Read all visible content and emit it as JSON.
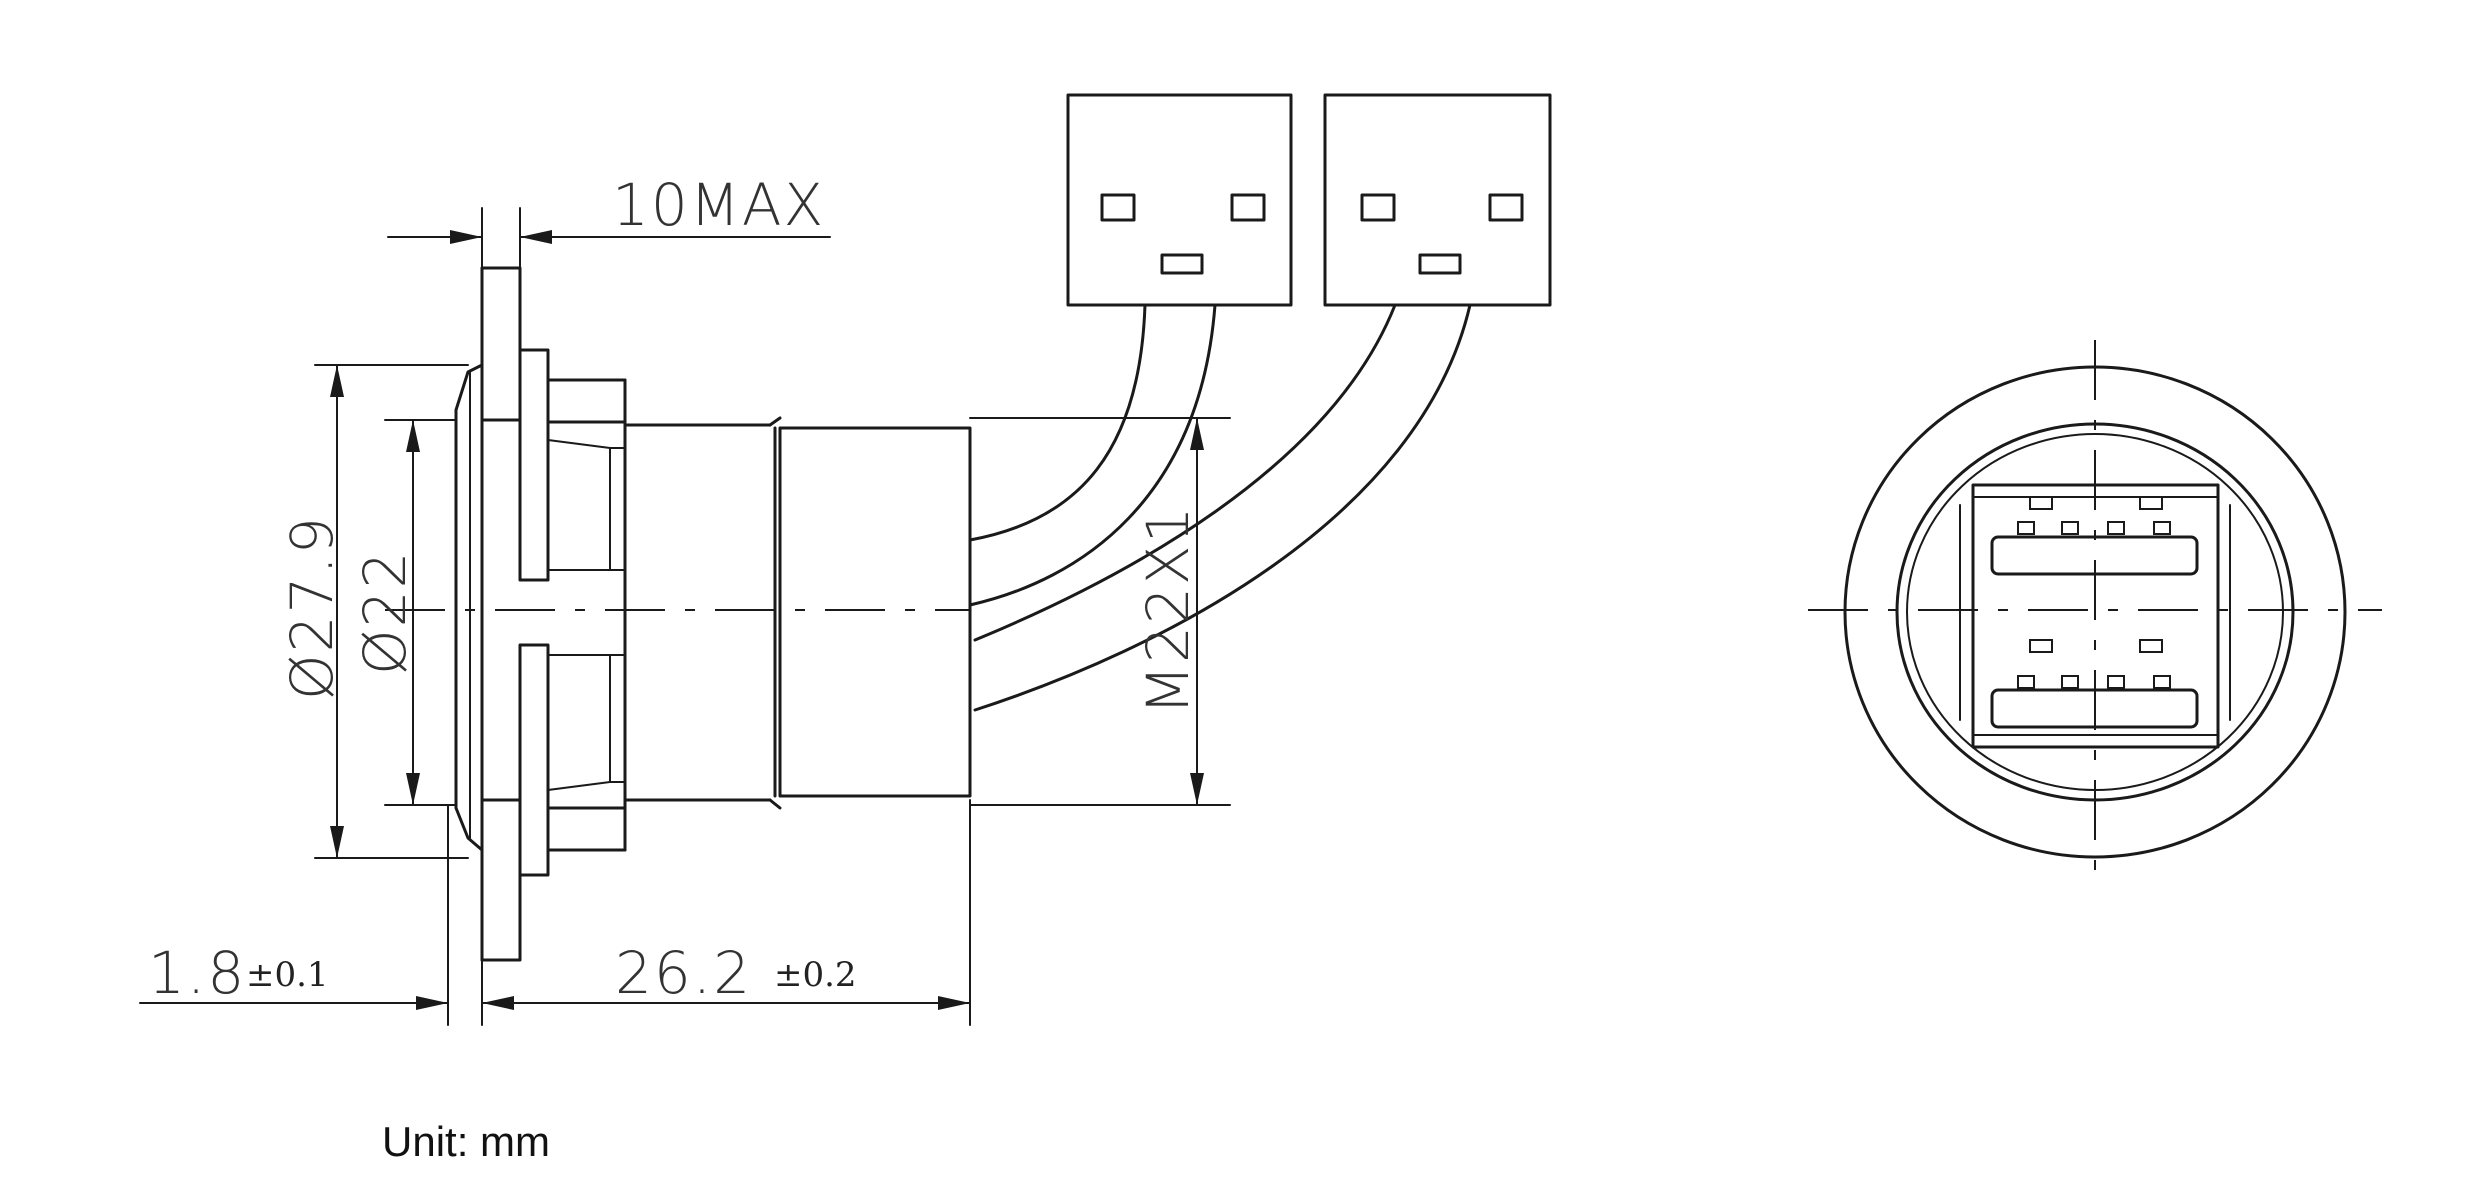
{
  "unit_label": "Unit: mm",
  "dimensions": {
    "max_depth": "10MAX",
    "flange_diameter": "Ø27.9",
    "body_diameter": "Ø22",
    "thread": "M22X1",
    "panel_thickness": "1.8",
    "panel_thickness_tol": "±0.1",
    "body_length": "26.2",
    "body_length_tol": "±0.2"
  }
}
